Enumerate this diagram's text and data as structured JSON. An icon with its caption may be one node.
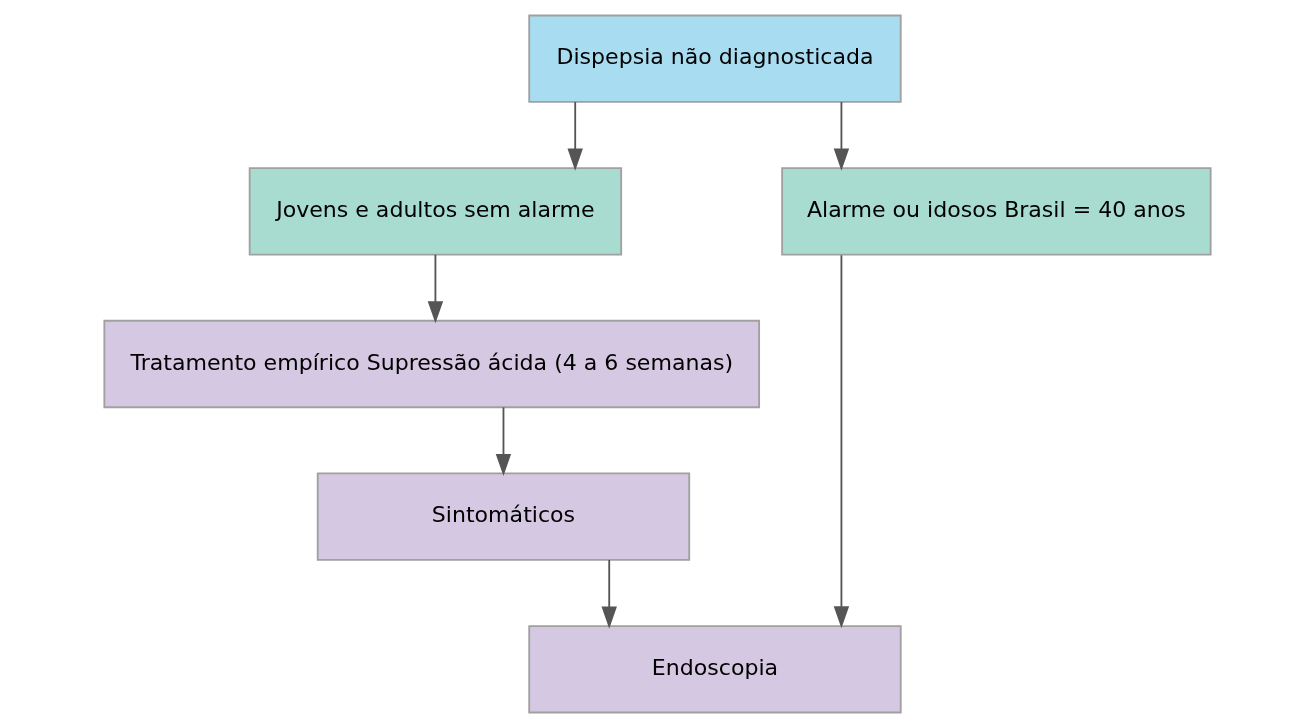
{
  "diagram": {
    "nodes": [
      {
        "text": [
          "Dispepsia não diagnosticada"
        ]
      },
      {
        "text": [
          "Jovens e adultos sem alarme"
        ]
      },
      {
        "text": [
          "Alarme ou idosos Brasil = 40 anos"
        ]
      },
      {
        "text": [
          "Tratamento empírico Supressão ácida (4 a 6 semanas)"
        ]
      },
      {
        "text": [
          "Sintomáticos"
        ]
      },
      {
        "text": [
          "Endoscopia"
        ]
      }
    ],
    "edges": [
      {
        "from": 0,
        "to": 1,
        "arrow": "to"
      },
      {
        "from": 0,
        "to": 2,
        "arrow": "to"
      },
      {
        "from": 1,
        "to": 3,
        "arrow": "to"
      },
      {
        "from": 3,
        "to": 4,
        "arrow": "to"
      },
      {
        "from": 4,
        "to": 5,
        "arrow": "to"
      },
      {
        "from": 2,
        "to": 5,
        "arrow": "to"
      }
    ]
  }
}
